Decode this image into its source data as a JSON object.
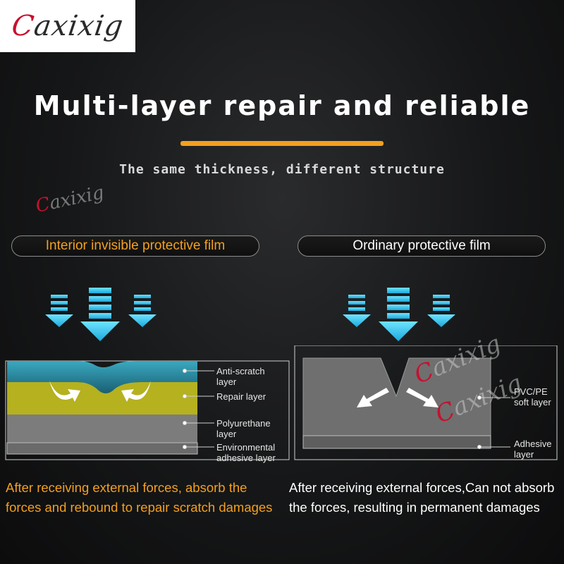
{
  "brand": {
    "first_letter": "C",
    "rest": "axixig"
  },
  "title": "Multi-layer repair and reliable",
  "subtitle": "The same thickness, different structure",
  "left_panel": {
    "label": "Interior invisible protective film",
    "layers": [
      {
        "line1": "Anti-scratch",
        "line2": "layer"
      },
      {
        "line1": "Repair layer",
        "line2": ""
      },
      {
        "line1": "Polyurethane",
        "line2": "layer"
      },
      {
        "line1": "Environmental",
        "line2": "adhesive layer"
      }
    ],
    "description": "After receiving external forces, absorb the forces and rebound to repair scratch damages"
  },
  "right_panel": {
    "label": "Ordinary protective film",
    "layers": [
      {
        "line1": "PVC/PE",
        "line2": "soft layer"
      },
      {
        "line1": "Adhesive",
        "line2": "layer"
      }
    ],
    "description": "After receiving external forces,Can not absorb the forces, resulting in permanent damages"
  },
  "colors": {
    "accent_orange": "#f2a020",
    "arrow_cyan": "#2ec4ea",
    "scratch_layer": "#1f6f86",
    "repair_layer": "#b9b722",
    "polyurethane_layer": "#7a7a7a",
    "brand_red": "#c8102e"
  }
}
